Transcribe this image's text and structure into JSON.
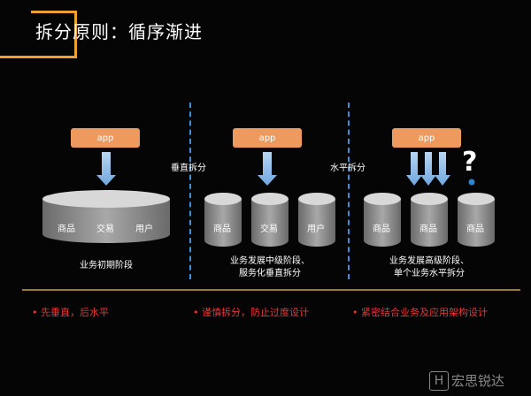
{
  "title": "拆分原则：循序渐进",
  "app_label": "app",
  "stages": [
    {
      "cylinders": [
        "商品",
        "交易",
        "用户"
      ],
      "caption": [
        "业务初期阶段"
      ]
    },
    {
      "cylinders": [
        "商品",
        "交易",
        "用户"
      ],
      "caption": [
        "业务发展中级阶段、",
        "服务化垂直拆分"
      ]
    },
    {
      "cylinders": [
        "商品",
        "商品",
        "商品"
      ],
      "caption": [
        "业务发展高级阶段、",
        "单个业务水平拆分"
      ]
    }
  ],
  "split_labels": {
    "vertical": "垂直拆分",
    "horizontal": "水平拆分"
  },
  "question_mark": "?",
  "notes": [
    "•  先垂直，后水平",
    "•  谨慎拆分，防止过度设计",
    "•  紧密结合业务及应用架构设计"
  ],
  "watermark": "宏思锐达",
  "colors": {
    "accent": "#f0a030",
    "app_box": "#ee9a5f",
    "dash": "#3f8fd6",
    "note": "#e33333"
  }
}
